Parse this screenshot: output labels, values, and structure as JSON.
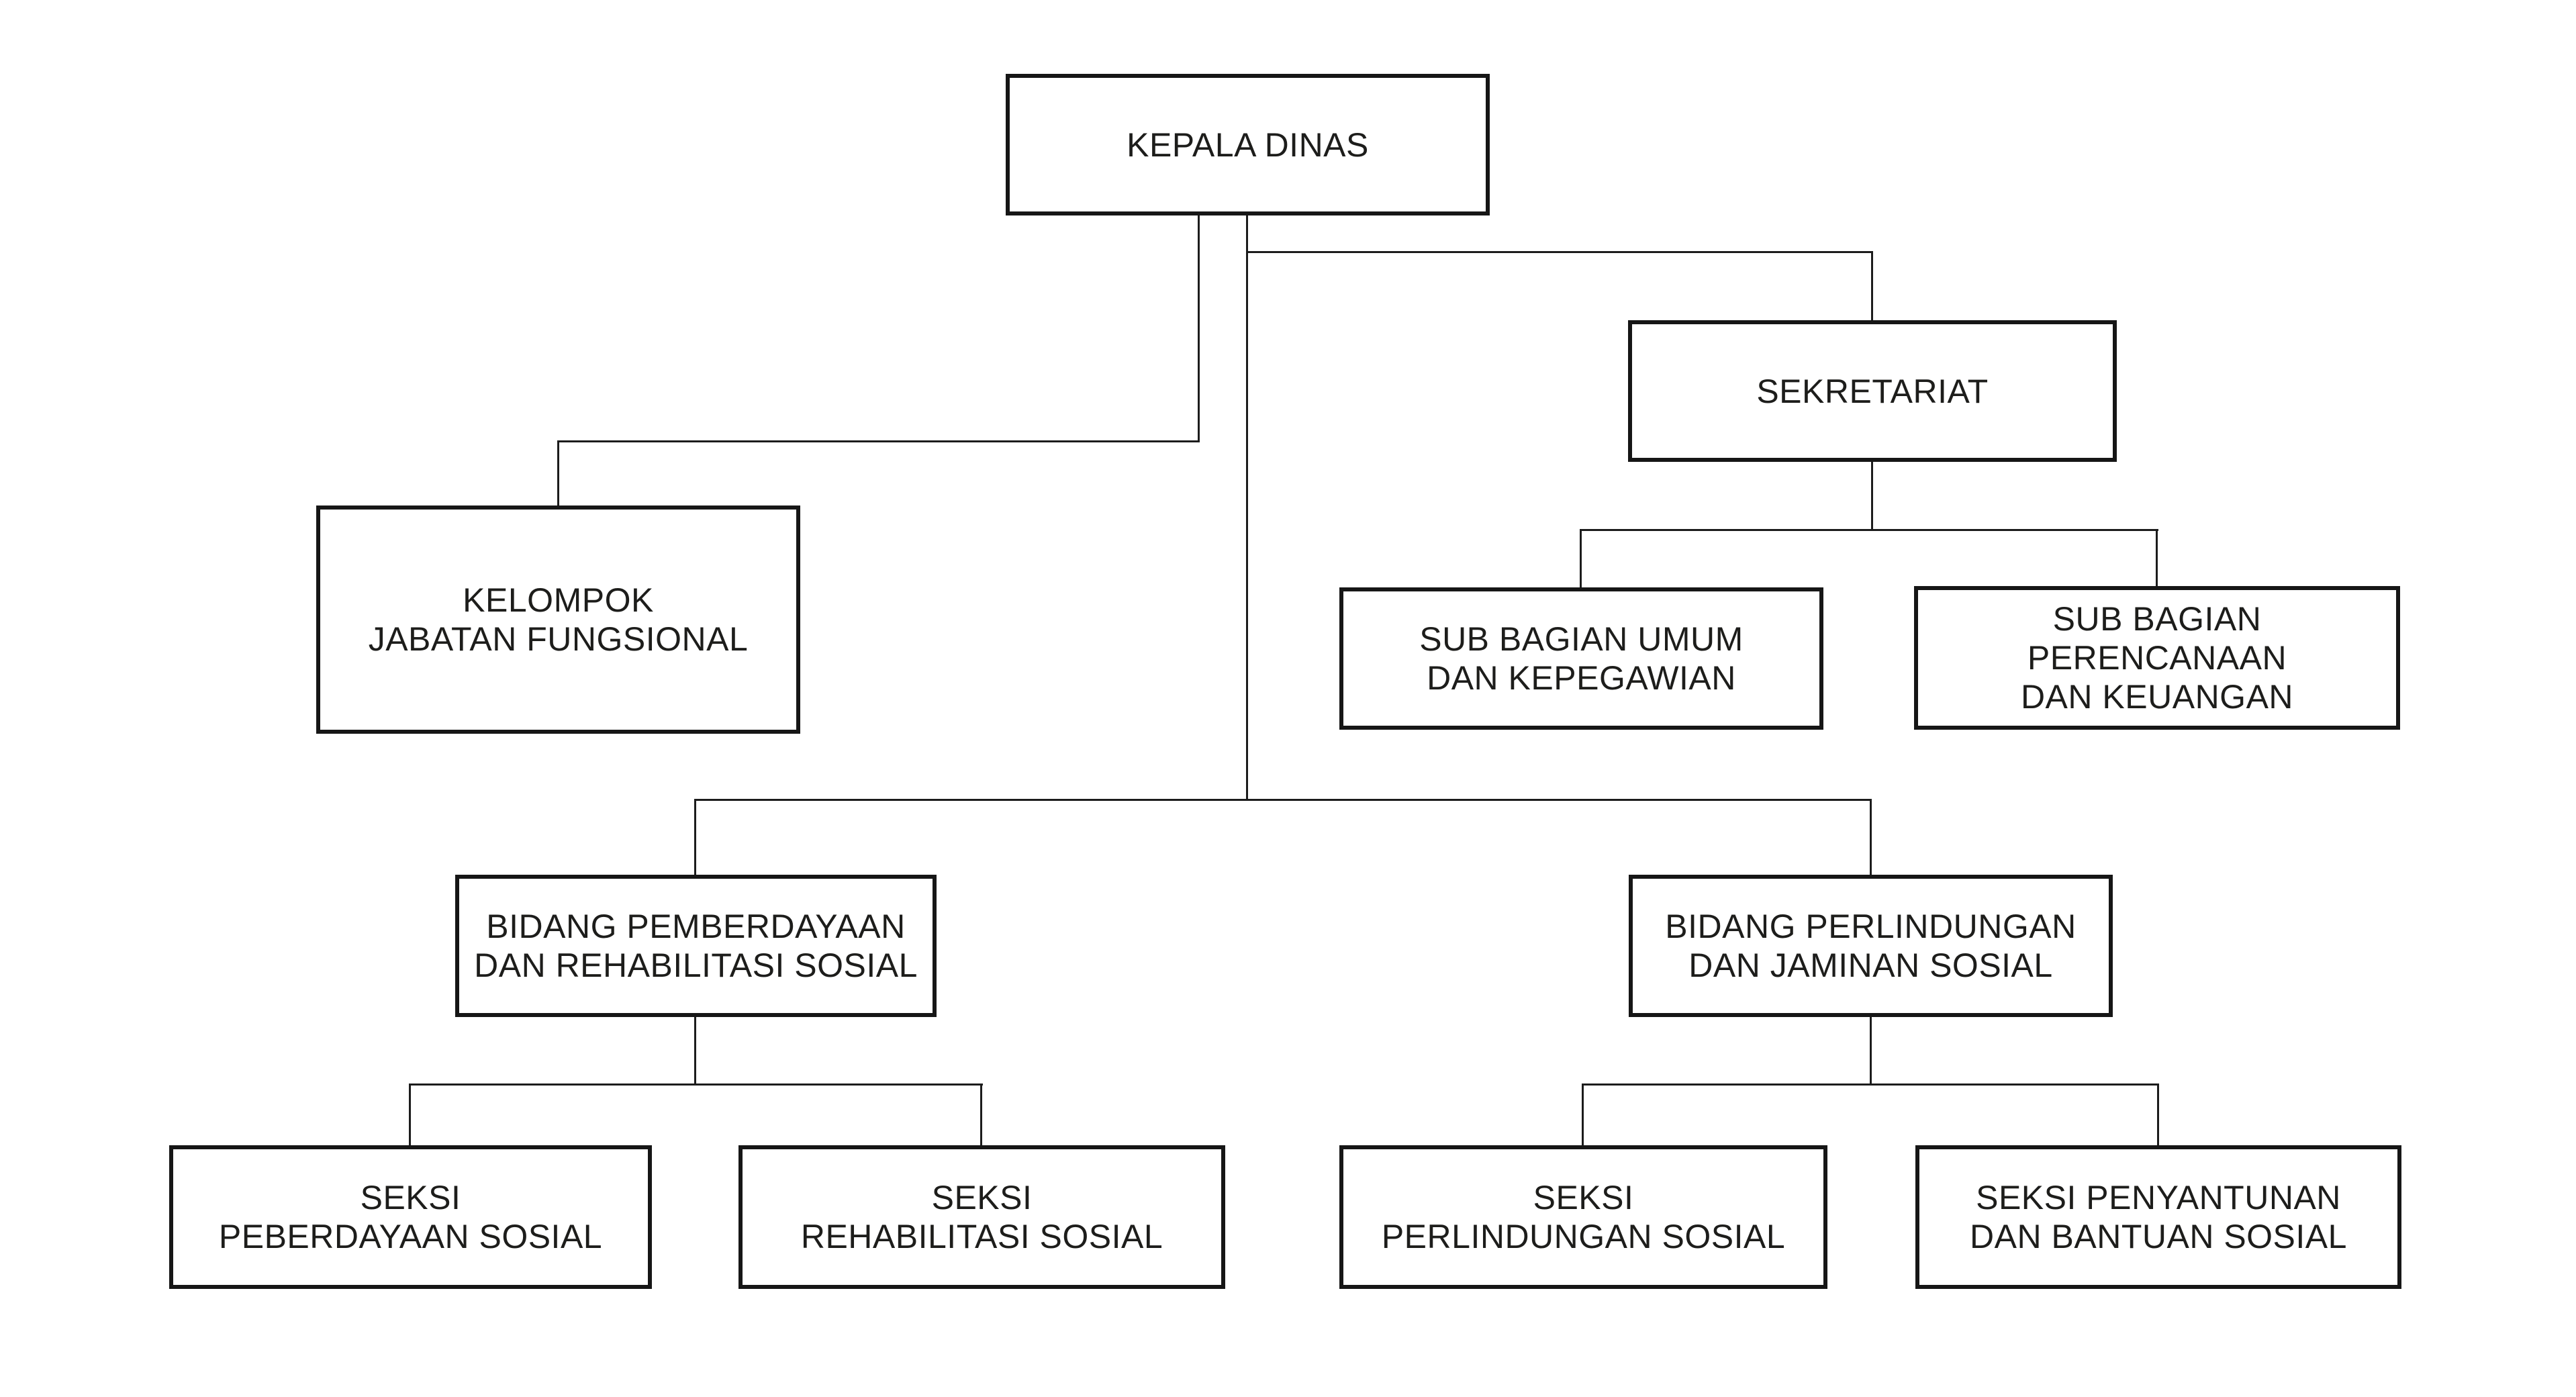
{
  "diagram": {
    "type": "org-chart",
    "background_color": "#ffffff",
    "line_color": "#1c1c1c",
    "box_border_color": "#161616",
    "text_color": "#1d1d1b",
    "nodes": {
      "kepala_dinas": {
        "lines": [
          "KEPALA DINAS"
        ]
      },
      "sekretariat": {
        "lines": [
          "SEKRETARIAT"
        ]
      },
      "kelompok_jabatan": {
        "lines": [
          "KELOMPOK",
          "JABATAN FUNGSIONAL"
        ]
      },
      "sub_bagian_umum": {
        "lines": [
          "SUB BAGIAN UMUM",
          "DAN KEPEGAWIAN"
        ]
      },
      "sub_bagian_perencanaan": {
        "lines": [
          "SUB BAGIAN",
          "PERENCANAAN",
          "DAN KEUANGAN"
        ]
      },
      "bidang_pemberdayaan": {
        "lines": [
          "BIDANG PEMBERDAYAAN",
          "DAN REHABILITASI SOSIAL"
        ]
      },
      "bidang_perlindungan": {
        "lines": [
          "BIDANG PERLINDUNGAN",
          "DAN JAMINAN SOSIAL"
        ]
      },
      "seksi_peberdayaan": {
        "lines": [
          "SEKSI",
          "PEBERDAYAAN SOSIAL"
        ]
      },
      "seksi_rehabilitasi": {
        "lines": [
          "SEKSI",
          "REHABILITASI SOSIAL"
        ]
      },
      "seksi_perlindungan": {
        "lines": [
          "SEKSI",
          "PERLINDUNGAN SOSIAL"
        ]
      },
      "seksi_penyantunan": {
        "lines": [
          "SEKSI PENYANTUNAN",
          "DAN BANTUAN SOSIAL"
        ]
      }
    },
    "edges": [
      {
        "from": "kepala_dinas",
        "to": "kelompok_jabatan"
      },
      {
        "from": "kepala_dinas",
        "to": "sekretariat"
      },
      {
        "from": "kepala_dinas",
        "to": "bidang_pemberdayaan"
      },
      {
        "from": "kepala_dinas",
        "to": "bidang_perlindungan"
      },
      {
        "from": "sekretariat",
        "to": "sub_bagian_umum"
      },
      {
        "from": "sekretariat",
        "to": "sub_bagian_perencanaan"
      },
      {
        "from": "bidang_pemberdayaan",
        "to": "seksi_peberdayaan"
      },
      {
        "from": "bidang_pemberdayaan",
        "to": "seksi_rehabilitasi"
      },
      {
        "from": "bidang_perlindungan",
        "to": "seksi_perlindungan"
      },
      {
        "from": "bidang_perlindungan",
        "to": "seksi_penyantunan"
      }
    ]
  }
}
